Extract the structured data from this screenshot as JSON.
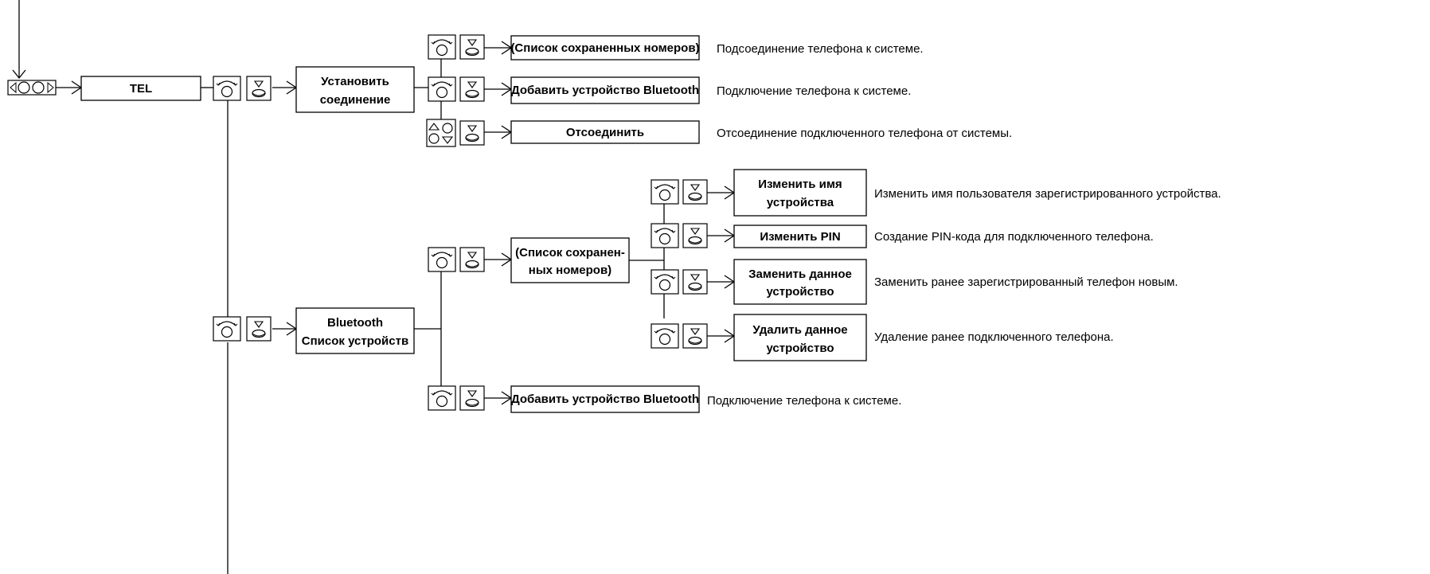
{
  "nodes": {
    "tel": "TEL",
    "setup_line1": "Установить",
    "setup_line2": "соединение",
    "saved_numbers_1": "(Список сохраненных номеров)",
    "add_bt_1": "Добавить устройство Bluetooth",
    "disconnect": "Отсоединить",
    "bt_list_line1": "Bluetooth",
    "bt_list_line2": "Список устройств",
    "saved_numbers_2_line1": "(Список сохранен-",
    "saved_numbers_2_line2": "ных номеров)",
    "rename_line1": "Изменить имя",
    "rename_line2": "устройства",
    "change_pin": "Изменить PIN",
    "replace_line1": "Заменить данное",
    "replace_line2": "устройство",
    "delete_line1": "Удалить данное",
    "delete_line2": "устройство",
    "add_bt_2": "Добавить устройство Bluetooth"
  },
  "descriptions": {
    "connect_saved": "Подсоединение телефона к системе.",
    "connect_add": "Подключение телефона к системе.",
    "disconnect": "Отсоединение подключенного телефона от системы.",
    "rename": "Изменить имя пользователя зарегистрированного устройства.",
    "pin": "Создание PIN-кода для подключенного телефона.",
    "replace": "Заменить ранее зарегистрированный телефон новым.",
    "delete": "Удаление ранее подключенного телефона.",
    "add_bt_2": "Подключение телефона к системе."
  }
}
